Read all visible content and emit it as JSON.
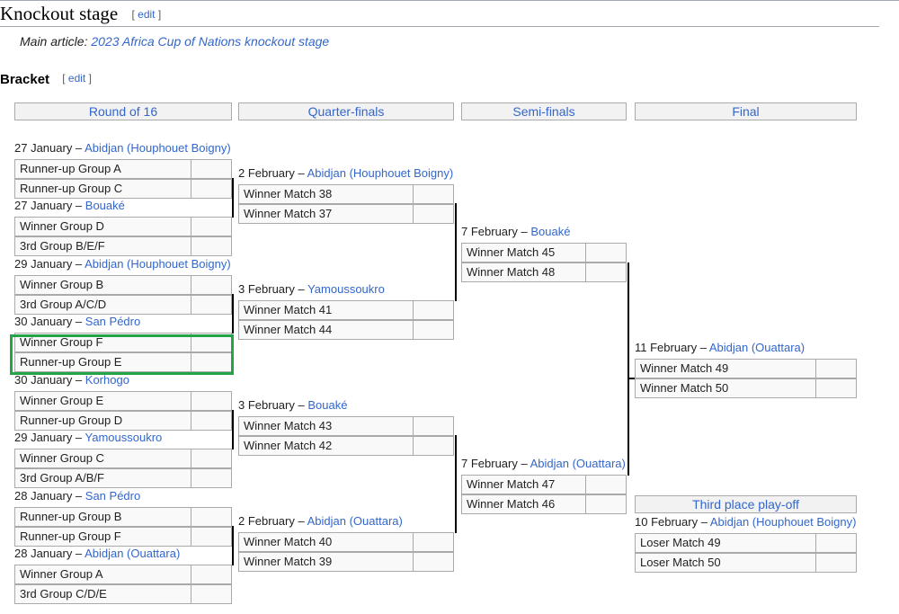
{
  "page": {
    "heading": "Knockout stage",
    "edit_label": "edit",
    "hatnote_prefix": "Main article: ",
    "hatnote_link": "2023 Africa Cup of Nations knockout stage",
    "subheading": "Bracket"
  },
  "rounds": {
    "r16": "Round of 16",
    "qf": "Quarter-finals",
    "sf": "Semi-finals",
    "final": "Final",
    "third": "Third place play-off"
  },
  "r16": [
    {
      "date": "27 January – ",
      "venue": "Abidjan (Houphouet Boigny)",
      "team1": "Runner-up Group A",
      "team2": "Runner-up Group C"
    },
    {
      "date": "27 January – ",
      "venue": "Bouaké",
      "team1": "Winner Group D",
      "team2": "3rd Group B/E/F"
    },
    {
      "date": "29 January – ",
      "venue": "Abidjan (Houphouet Boigny)",
      "team1": "Winner Group B",
      "team2": "3rd Group A/C/D"
    },
    {
      "date": "30 January – ",
      "venue": "San Pédro",
      "team1": "Winner Group F",
      "team2": "Runner-up Group E"
    },
    {
      "date": "30 January – ",
      "venue": "Korhogo",
      "team1": "Winner Group E",
      "team2": "Runner-up Group D"
    },
    {
      "date": "29 January – ",
      "venue": "Yamoussoukro",
      "team1": "Winner Group C",
      "team2": "3rd Group A/B/F"
    },
    {
      "date": "28 January – ",
      "venue": "San Pédro",
      "team1": "Runner-up Group B",
      "team2": "Runner-up Group F"
    },
    {
      "date": "28 January – ",
      "venue": "Abidjan (Ouattara)",
      "team1": "Winner Group A",
      "team2": "3rd Group C/D/E"
    }
  ],
  "qf": [
    {
      "date": "2 February – ",
      "venue": "Abidjan (Houphouet Boigny)",
      "team1": "Winner Match 38",
      "team2": "Winner Match 37"
    },
    {
      "date": "3 February – ",
      "venue": "Yamoussoukro",
      "team1": "Winner Match 41",
      "team2": "Winner Match 44"
    },
    {
      "date": "3 February – ",
      "venue": "Bouaké",
      "team1": "Winner Match 43",
      "team2": "Winner Match 42"
    },
    {
      "date": "2 February – ",
      "venue": "Abidjan (Ouattara)",
      "team1": "Winner Match 40",
      "team2": "Winner Match 39"
    }
  ],
  "sf": [
    {
      "date": "7 February – ",
      "venue": "Bouaké",
      "team1": "Winner Match 45",
      "team2": "Winner Match 48"
    },
    {
      "date": "7 February – ",
      "venue": "Abidjan (Ouattara)",
      "team1": "Winner Match 47",
      "team2": "Winner Match 46"
    }
  ],
  "final": {
    "date": "11 February – ",
    "venue": "Abidjan (Ouattara)",
    "team1": "Winner Match 49",
    "team2": "Winner Match 50"
  },
  "third": {
    "date": "10 February – ",
    "venue": "Abidjan (Houphouet Boigny)",
    "team1": "Loser Match 49",
    "team2": "Loser Match 50"
  },
  "colors": {
    "link": "#3366cc",
    "highlight": "#22a447",
    "border": "#aaaaaa",
    "header_bg": "#f2f2f2"
  }
}
